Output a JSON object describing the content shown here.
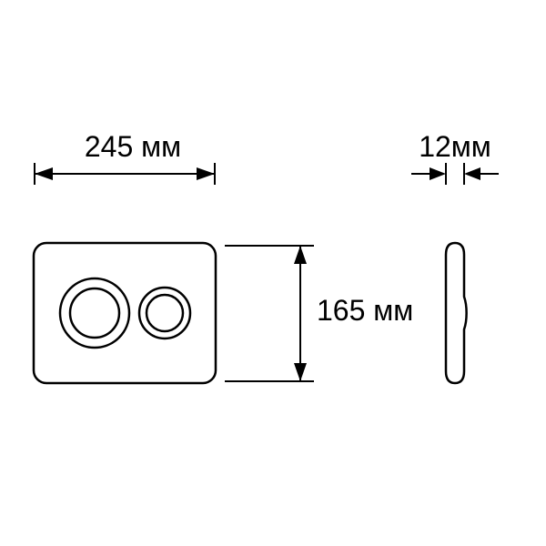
{
  "colors": {
    "line": "#000000",
    "background": "#ffffff",
    "plate_fill": "#ffffff"
  },
  "labels": {
    "width": "245 мм",
    "height": "165 мм",
    "depth": "12мм"
  },
  "dimensions": {
    "width_mm": 245,
    "height_mm": 165,
    "depth_mm": 12
  }
}
